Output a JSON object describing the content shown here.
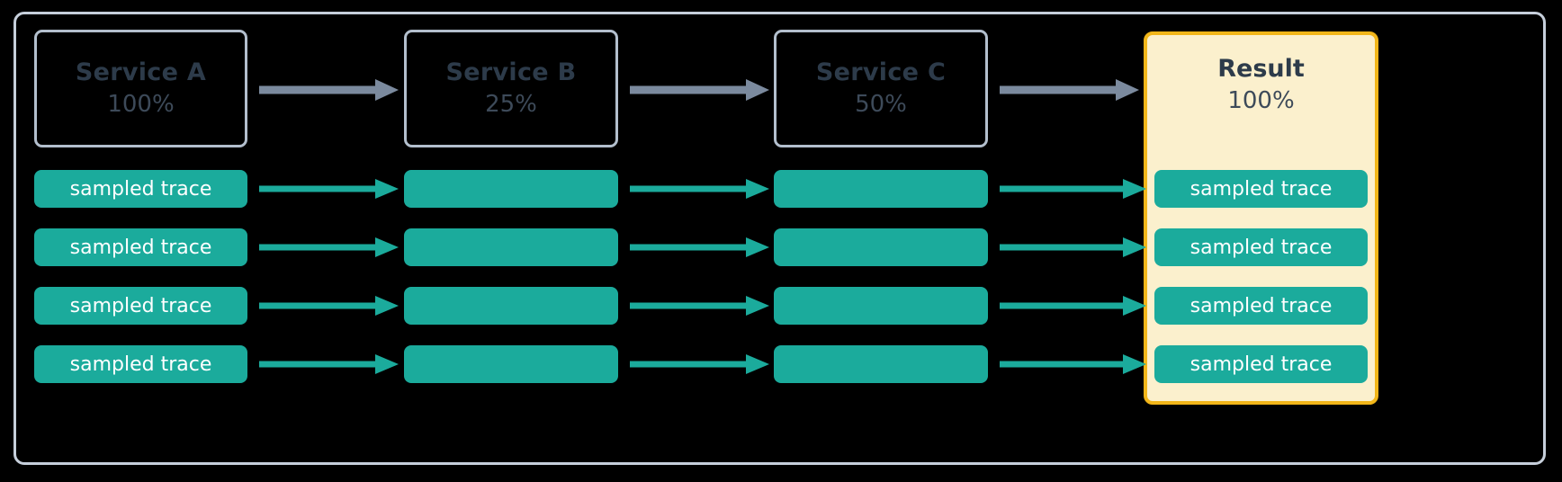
{
  "diagram": {
    "title": "trace sampling pipeline",
    "background_color": "#000000",
    "frame_color": "#c6cfdb",
    "trace_bar_color": "#1bab9c",
    "gray_arrow_color": "#7b8a9e",
    "teal_arrow_color": "#1bab9c",
    "result_fill_color": "#fbf0cd",
    "result_border_color": "#f2b619",
    "service_text_color": "#2d3b4a"
  },
  "stages": [
    {
      "name": "Service A",
      "percent": "100%",
      "highlight": false
    },
    {
      "name": "Service B",
      "percent": "25%",
      "highlight": false
    },
    {
      "name": "Service C",
      "percent": "50%",
      "highlight": false
    },
    {
      "name": "Result",
      "percent": "100%",
      "highlight": true
    }
  ],
  "trace_rows": [
    {
      "col1": "sampled trace",
      "col2": "",
      "col3": "",
      "col4": "sampled trace"
    },
    {
      "col1": "sampled trace",
      "col2": "",
      "col3": "",
      "col4": "sampled trace"
    },
    {
      "col1": "sampled trace",
      "col2": "",
      "col3": "",
      "col4": "sampled trace"
    },
    {
      "col1": "sampled trace",
      "col2": "",
      "col3": "",
      "col4": "sampled trace"
    }
  ],
  "arrows": {
    "header_arrow_icon": "arrow-right-icon",
    "trace_arrow_icon": "arrow-right-icon",
    "header_arrow_count": 3,
    "trace_arrow_count": 12
  }
}
